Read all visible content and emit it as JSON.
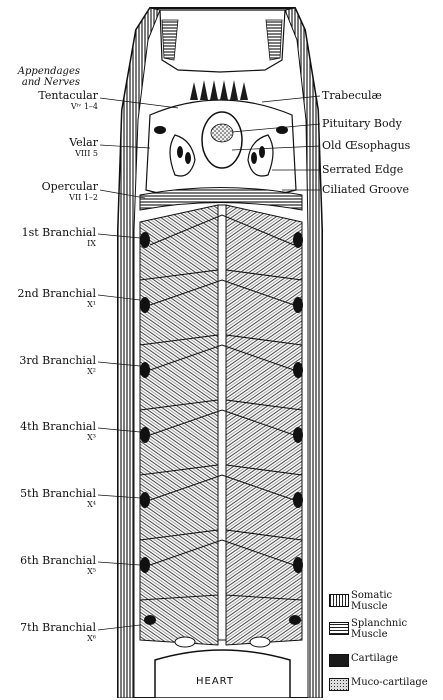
{
  "left_labels": {
    "heading_line1": "Appendages",
    "heading_line2": "and Nerves",
    "tentacular": "Tentacular",
    "tentacular_sub": "Vⁱᵛ 1–4",
    "velar": "Velar",
    "velar_sub": "VIII 5",
    "opercular": "Opercular",
    "opercular_sub": "VII 1–2",
    "branchials": [
      {
        "name": "1st Branchial",
        "sub": "IX"
      },
      {
        "name": "2nd Branchial",
        "sub": "X¹"
      },
      {
        "name": "3rd Branchial",
        "sub": "X²"
      },
      {
        "name": "4th Branchial",
        "sub": "X³"
      },
      {
        "name": "5th Branchial",
        "sub": "X⁴"
      },
      {
        "name": "6th Branchial",
        "sub": "X⁵"
      },
      {
        "name": "7th Branchial",
        "sub": "X⁶"
      }
    ]
  },
  "right_labels": {
    "trabeculae": "Trabeculæ",
    "pituitary": "Pituitary Body",
    "oesophagus": "Old Œsophagus",
    "serrated": "Serrated Edge",
    "ciliated": "Ciliated Groove"
  },
  "heart_label": "HEART",
  "legend": [
    {
      "line1": "Somatic",
      "line2": "Muscle",
      "pattern": "vertical-hatch"
    },
    {
      "line1": "Splanchnic",
      "line2": "Muscle",
      "pattern": "horizontal-hatch"
    },
    {
      "line1": "Cartilage",
      "line2": "",
      "pattern": "solid-dark"
    },
    {
      "line1": "Muco-cartilage",
      "line2": "",
      "pattern": "stipple"
    }
  ]
}
